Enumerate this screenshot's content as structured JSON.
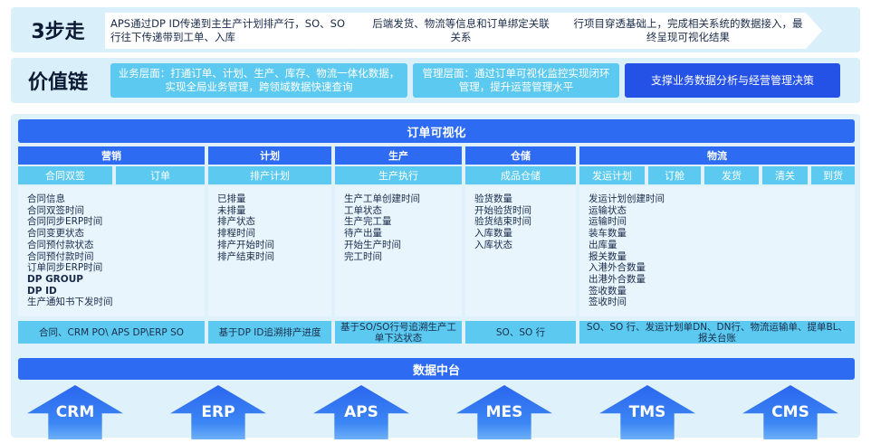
{
  "steps": {
    "title": "3步走",
    "items": [
      "APS通过DP ID传递到主生产计划排产行，SO、SO 行往下传递带到工单、入库",
      "后端发货、物流等信息和订单绑定关联关系",
      "行项目穿透基础上，完成相关系统的数据接入，最终呈现可视化结果"
    ]
  },
  "value_chain": {
    "title": "价值链",
    "business": "业务层面：打通订单、计划、生产、库存、物流一体化数据，实现全局业务管理，跨领域数据快速查询",
    "management": "管理层面：通过订单可视化监控实现闭环管理，提升运营管理水平",
    "support": "支撑业务数据分析与经营管理决策"
  },
  "order_visual": {
    "title": "订单可视化",
    "categories": {
      "sales": "营销",
      "plan": "计划",
      "production": "生产",
      "warehouse": "仓储",
      "logistics": "物流"
    },
    "subs": {
      "sales_contract": "合同双签",
      "sales_order": "订单",
      "plan_schedule": "排产计划",
      "prod_exec": "生产执行",
      "wh_finished": "成品仓储",
      "log_plan": "发运计划",
      "log_booking": "订舱",
      "log_ship": "发货",
      "log_customs": "清关",
      "log_arrive": "到货"
    },
    "lists": {
      "sales": [
        "合同信息",
        "合同双签时间",
        "合同同步ERP时间",
        "合同变更状态",
        "合同预付款状态",
        "合同预付款时间",
        "订单同步ERP时间",
        "DP GROUP",
        "DP ID",
        "生产通知书下发时间"
      ],
      "plan": [
        "已排量",
        "未排量",
        "排产状态",
        "排程时间",
        "排产开始时间",
        "排产结束时间"
      ],
      "production": [
        "生产工单创建时间",
        "工单状态",
        "生产完工量",
        "待产出量",
        "开始生产时间",
        "完工时间"
      ],
      "warehouse": [
        "验货数量",
        "开始验货时间",
        "验货结束时间",
        "入库数量",
        "入库状态"
      ],
      "logistics": [
        "发运计划创建时间",
        "运输状态",
        "运输时间",
        "装车数量",
        "出库量",
        "报关数量",
        "入港外合数量",
        "出港外合数量",
        "签收数量",
        "签收时间"
      ]
    },
    "footers": {
      "sales": "合同、CRM PO\\ APS DP\\ERP SO",
      "plan": "基于DP ID追溯排产进度",
      "production": "基于SO/SO行号追溯生产工单下达状态",
      "warehouse": "SO、SO 行",
      "logistics": "SO、SO 行、发运计划单DN、DN行、物流运输单、提单BL、报关台账"
    }
  },
  "data_platform": {
    "title": "数据中台",
    "systems": [
      "CRM",
      "ERP",
      "APS",
      "MES",
      "TMS",
      "CMS"
    ]
  },
  "colors": {
    "primary": "#2d6bf2",
    "accent": "#5ccaf0",
    "band": "#d9effa",
    "dark_button": "#2451e6"
  }
}
